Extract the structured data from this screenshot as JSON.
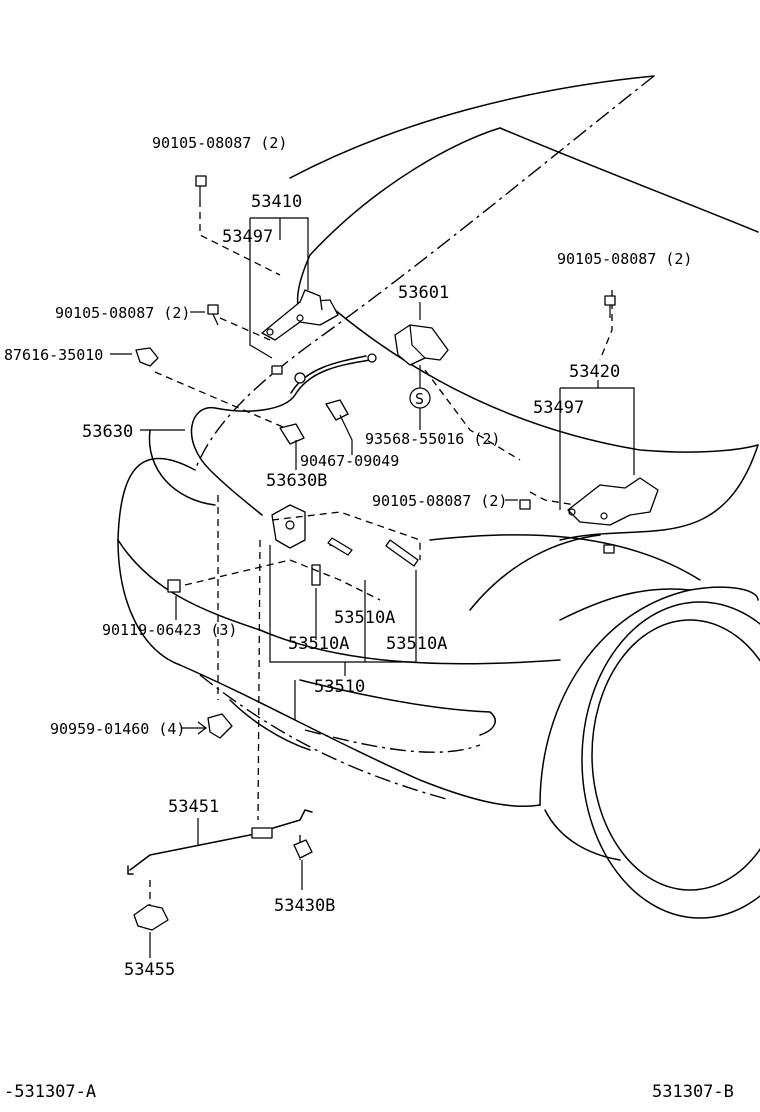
{
  "labels": {
    "p90105_a": "90105-08087 (2)",
    "p53410": "53410",
    "p53497_a": "53497",
    "p90105_b": "90105-08087 (2)",
    "p87616": "87616-35010",
    "p53630": "53630",
    "p90467": "90467-09049",
    "p53630B": "53630B",
    "p53601": "53601",
    "sym_s": "S",
    "p93568": "93568-55016 (2)",
    "p90105_c": "90105-08087 (2)",
    "p53420": "53420",
    "p53497_b": "53497",
    "p90105_d": "90105-08087 (2)",
    "p90119": "90119-06423 (3)",
    "p53510A_a": "53510A",
    "p53510A_b": "53510A",
    "p53510A_c": "53510A",
    "p53510": "53510",
    "p90959": "90959-01460 (4)",
    "p53451": "53451",
    "p53430B": "53430B",
    "p53455": "53455",
    "code_left": "-531307-A",
    "code_right": "531307-B"
  }
}
